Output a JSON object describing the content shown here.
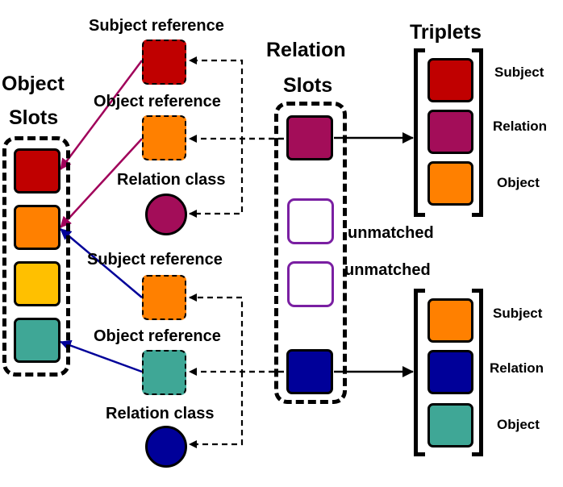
{
  "titles": {
    "object_slots_1": "Object",
    "object_slots_2": "Slots",
    "relation_slots_1": "Relation",
    "relation_slots_2": "Slots",
    "triplets": "Triplets"
  },
  "refs": {
    "subject_1": "Subject reference",
    "object_1": "Object reference",
    "relation_class_1": "Relation class",
    "subject_2": "Subject reference",
    "object_2": "Object reference",
    "relation_class_2": "Relation class"
  },
  "unmatched": [
    "unmatched",
    "unmatched"
  ],
  "triplet_1": {
    "subject": "Subject",
    "relation": "Relation",
    "object": "Object"
  },
  "triplet_2": {
    "subject": "Subject",
    "relation": "Relation",
    "object": "Object"
  },
  "colors": {
    "red": "#c00000",
    "orange": "#ff8000",
    "yellow": "#ffc000",
    "teal": "#3fa796",
    "magenta": "#a30d59",
    "navy": "#000099",
    "purple_outline": "#7a1fa2",
    "arrow_magenta": "#a0005a",
    "arrow_blue": "#000099"
  }
}
